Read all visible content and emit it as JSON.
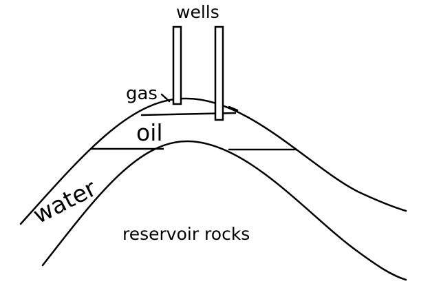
{
  "diagram": {
    "labels": {
      "wells": "wells",
      "gas": "gas",
      "oil": "oil",
      "water": "water",
      "reservoir": "reservoir rocks"
    }
  }
}
